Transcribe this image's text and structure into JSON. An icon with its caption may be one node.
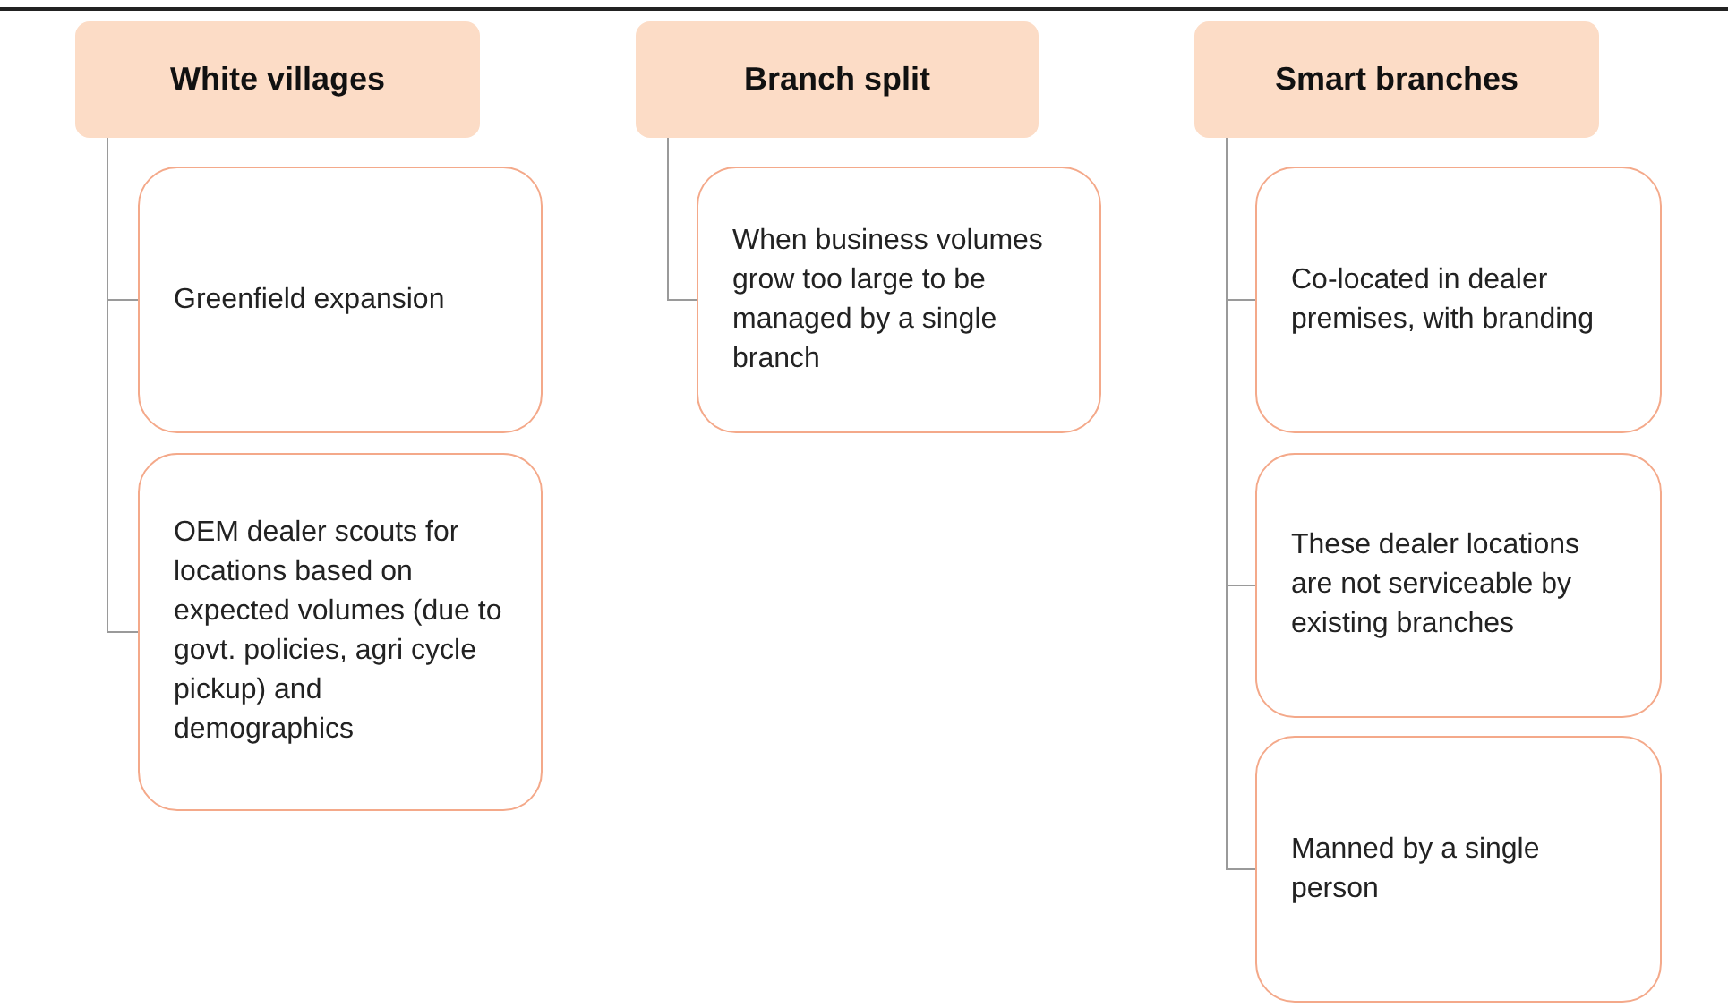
{
  "diagram": {
    "nodes": [
      {
        "text": [
          "White villages"
        ]
      },
      {
        "text": [
          "Greenfield expansion"
        ]
      },
      {
        "text": [
          "OEM dealer scouts for locations based on expected volumes (due to govt. policies, agri cycle pickup) and demographics"
        ]
      },
      {
        "text": [
          "Branch split"
        ]
      },
      {
        "text": [
          "When business volumes grow too large to be managed by a single branch"
        ]
      },
      {
        "text": [
          "Smart branches"
        ]
      },
      {
        "text": [
          "Co-located in dealer premises, with branding"
        ]
      },
      {
        "text": [
          "These dealer locations are not serviceable by existing branches"
        ]
      },
      {
        "text": [
          "Manned by a single person"
        ]
      }
    ],
    "edges": [
      {
        "from": 0,
        "to": 1,
        "arrow": "none"
      },
      {
        "from": 0,
        "to": 2,
        "arrow": "none"
      },
      {
        "from": 3,
        "to": 4,
        "arrow": "none"
      },
      {
        "from": 5,
        "to": 6,
        "arrow": "none"
      },
      {
        "from": 5,
        "to": 7,
        "arrow": "none"
      },
      {
        "from": 5,
        "to": 8,
        "arrow": "none"
      }
    ]
  }
}
